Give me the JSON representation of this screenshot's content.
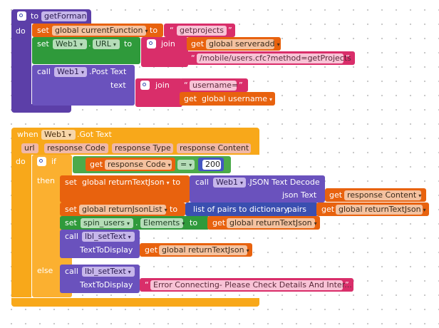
{
  "proc": {
    "kw_to": "to",
    "name": "getForman",
    "kw_do": "do"
  },
  "set1": {
    "kw_set": "set",
    "var": "global currentFunction",
    "kw_to": "to",
    "value": "getprojects"
  },
  "set2": {
    "kw_set": "set",
    "component": "Web1",
    "prop": "URL",
    "kw_to": "to",
    "kw_join": "join",
    "get_kw": "get",
    "get_var": "global serveradd",
    "text": "/mobile/users.cfc?method=getProjects"
  },
  "call1": {
    "kw_call": "call",
    "component": "Web1",
    "method": ".Post Text",
    "param_text": "text",
    "kw_join": "join",
    "text": "username=",
    "get_kw": "get",
    "get_var": "global username"
  },
  "event": {
    "kw_when": "when",
    "component": "Web1",
    "event_name": ".Got Text",
    "params": [
      "url",
      "response Code",
      "response Type",
      "response Content"
    ],
    "kw_do": "do"
  },
  "ifblk": {
    "kw_if": "if",
    "kw_then": "then",
    "kw_else": "else",
    "get_kw": "get",
    "get_var": "response Code",
    "op": "=",
    "number": "200"
  },
  "then1": {
    "kw_set": "set",
    "var": "global returnTextJson",
    "kw_to": "to",
    "kw_call": "call",
    "component": "Web1",
    "method": ".JSON Text Decode",
    "param": "json Text",
    "get_kw": "get",
    "get_var": "response Content"
  },
  "then2": {
    "kw_set": "set",
    "var": "global returnJsonList",
    "kw_to": "to",
    "list_label": "list of pairs to dictionary",
    "pairs": "pairs",
    "get_kw": "get",
    "get_var": "global returnTextJson"
  },
  "then3": {
    "kw_set": "set",
    "component": "spin_users",
    "prop": "Elements",
    "kw_to": "to",
    "get_kw": "get",
    "get_var": "global returnTextJson"
  },
  "then4": {
    "kw_call": "call",
    "proc": "lbl_setText",
    "param": "TextToDisplay",
    "get_kw": "get",
    "get_var": "global returnTextJson"
  },
  "else1": {
    "kw_call": "call",
    "proc": "lbl_setText",
    "param": "TextToDisplay",
    "text": "Error Connecting- Please Check Details And Inter..."
  },
  "glyphs": {
    "open_q": "“",
    "close_q": "”",
    "arrow": "▾",
    "dot": "."
  },
  "colors": {
    "procedure": "#5c3fa8",
    "variable": "#e8620e",
    "text": "#d92e6a",
    "component": "#2f9a3b",
    "event": "#f8a81a",
    "math": "#3a4fb0",
    "dictionary": "#3a4fb0",
    "control": "#fbb030"
  }
}
